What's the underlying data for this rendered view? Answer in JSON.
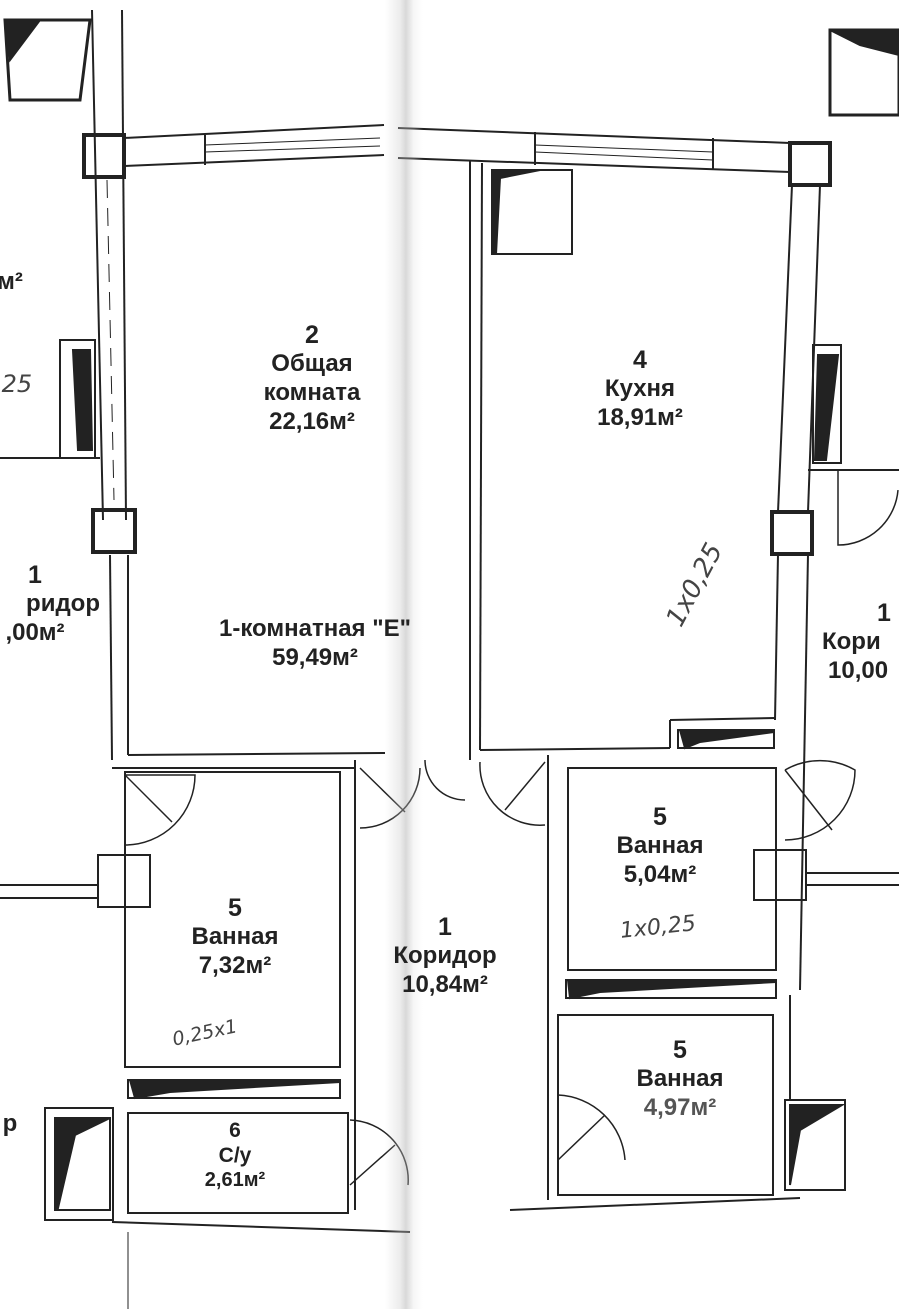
{
  "apartment": {
    "type_label": "1-комнатная \"E\"",
    "total_area": "59,49м²"
  },
  "rooms": [
    {
      "number": "2",
      "name_line1": "Общая",
      "name_line2": "комната",
      "area": "22,16м²"
    },
    {
      "number": "4",
      "name": "Кухня",
      "area": "18,91м²"
    },
    {
      "number": "1",
      "name": "Коридор",
      "area": "10,84м²"
    },
    {
      "number": "5",
      "name": "Ванная",
      "area": "7,32м²"
    },
    {
      "number": "5",
      "name": "Ванная",
      "area": "5,04м²"
    },
    {
      "number": "5",
      "name": "Ванная",
      "area": "4,97м²"
    },
    {
      "number": "6",
      "name": "С/у",
      "area": "2,61м²"
    }
  ],
  "neighbors": {
    "left_top_fragment": "м²",
    "left_corridor": {
      "number": "1",
      "name": "ридор",
      "area": ",00м²"
    },
    "right_corridor": {
      "number": "1",
      "name": "Кори",
      "area": "10,00"
    },
    "left_bottom_fragment": "р"
  },
  "handwritten_notes": {
    "kitchen": "1x0,25",
    "bath_right": "1x0,25",
    "bath_left": "0,25x1",
    "left_top": ",25"
  },
  "colors": {
    "wall": "#222222",
    "paper": "#ffffff",
    "fold": "#c8c8c8"
  }
}
